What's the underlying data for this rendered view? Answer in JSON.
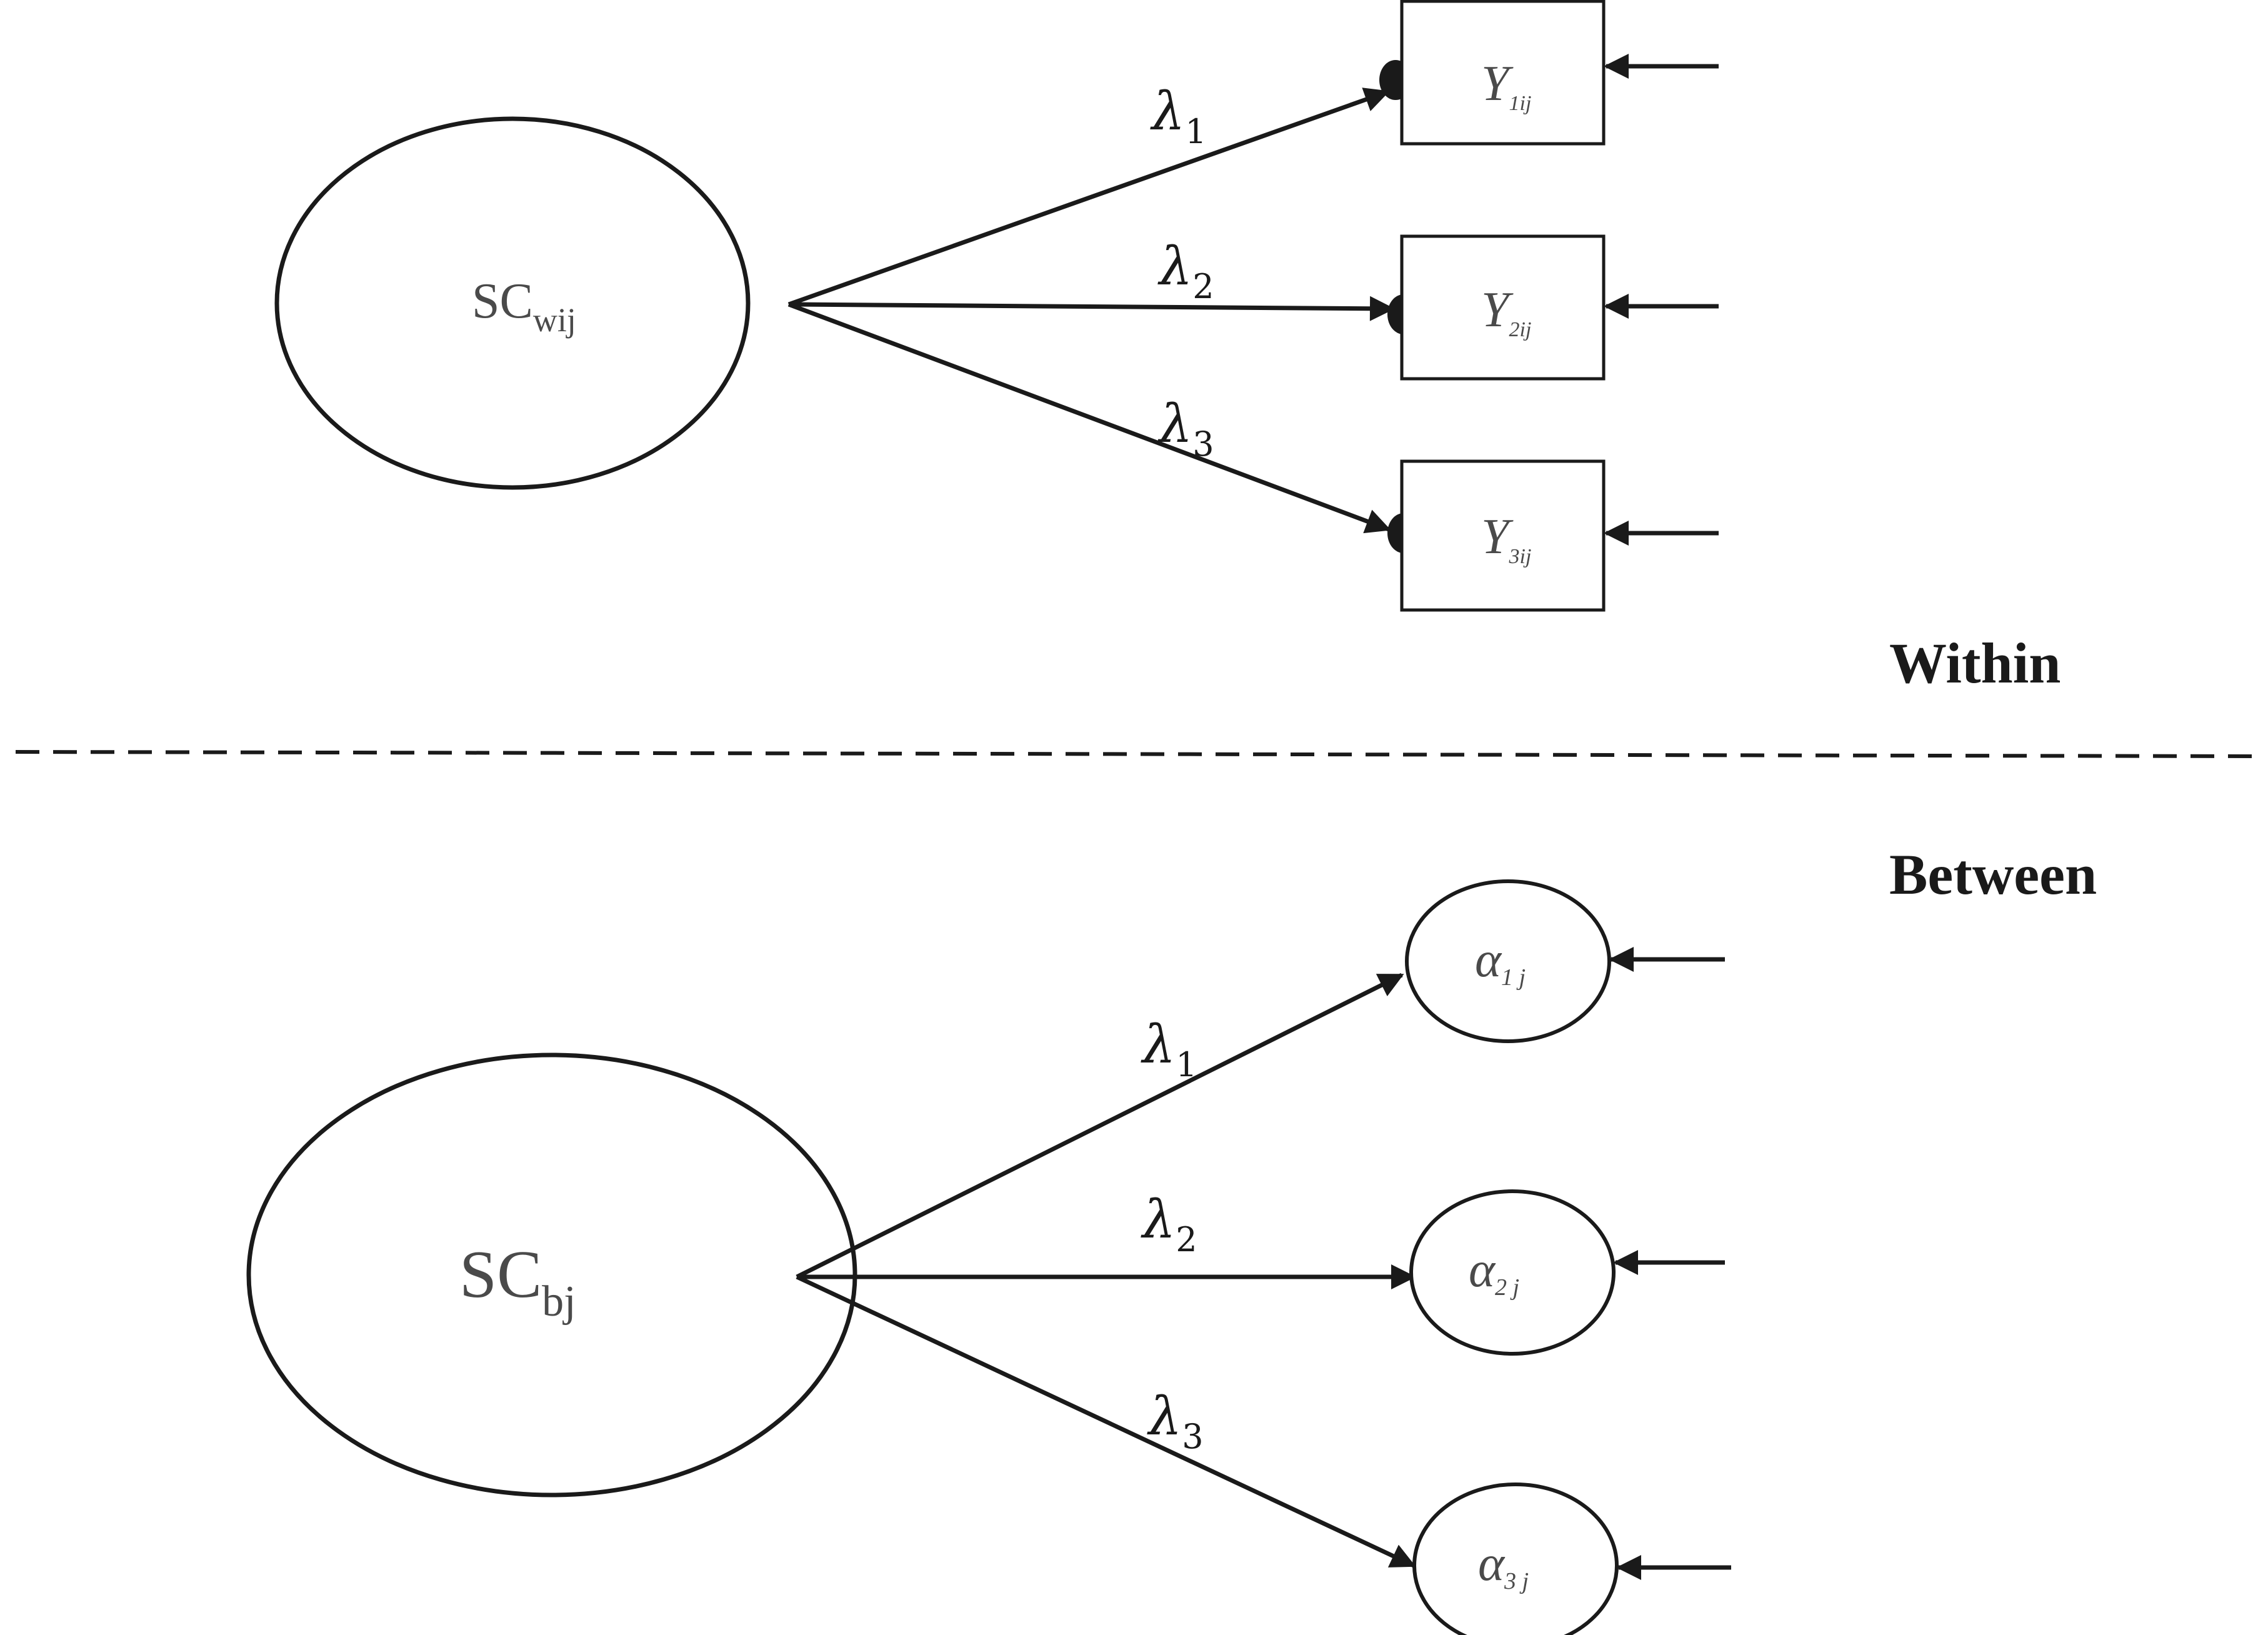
{
  "levels": {
    "within": "Within",
    "between": "Between"
  },
  "within": {
    "latent": {
      "main": "SC",
      "sub": "wij"
    },
    "indicators": [
      {
        "main": "Y",
        "sub": "1ij"
      },
      {
        "main": "Y",
        "sub": "2ij"
      },
      {
        "main": "Y",
        "sub": "3ij"
      }
    ],
    "loadings": [
      {
        "main": "λ",
        "sub": "1"
      },
      {
        "main": "λ",
        "sub": "2"
      },
      {
        "main": "λ",
        "sub": "3"
      }
    ]
  },
  "between": {
    "latent": {
      "main": "SC",
      "sub": "bj"
    },
    "indicators": [
      {
        "main": "α",
        "sub": "1 j"
      },
      {
        "main": "α",
        "sub": "2 j"
      },
      {
        "main": "α",
        "sub": "3 j"
      }
    ],
    "loadings": [
      {
        "main": "λ",
        "sub": "1"
      },
      {
        "main": "λ",
        "sub": "2"
      },
      {
        "main": "λ",
        "sub": "3"
      }
    ]
  }
}
